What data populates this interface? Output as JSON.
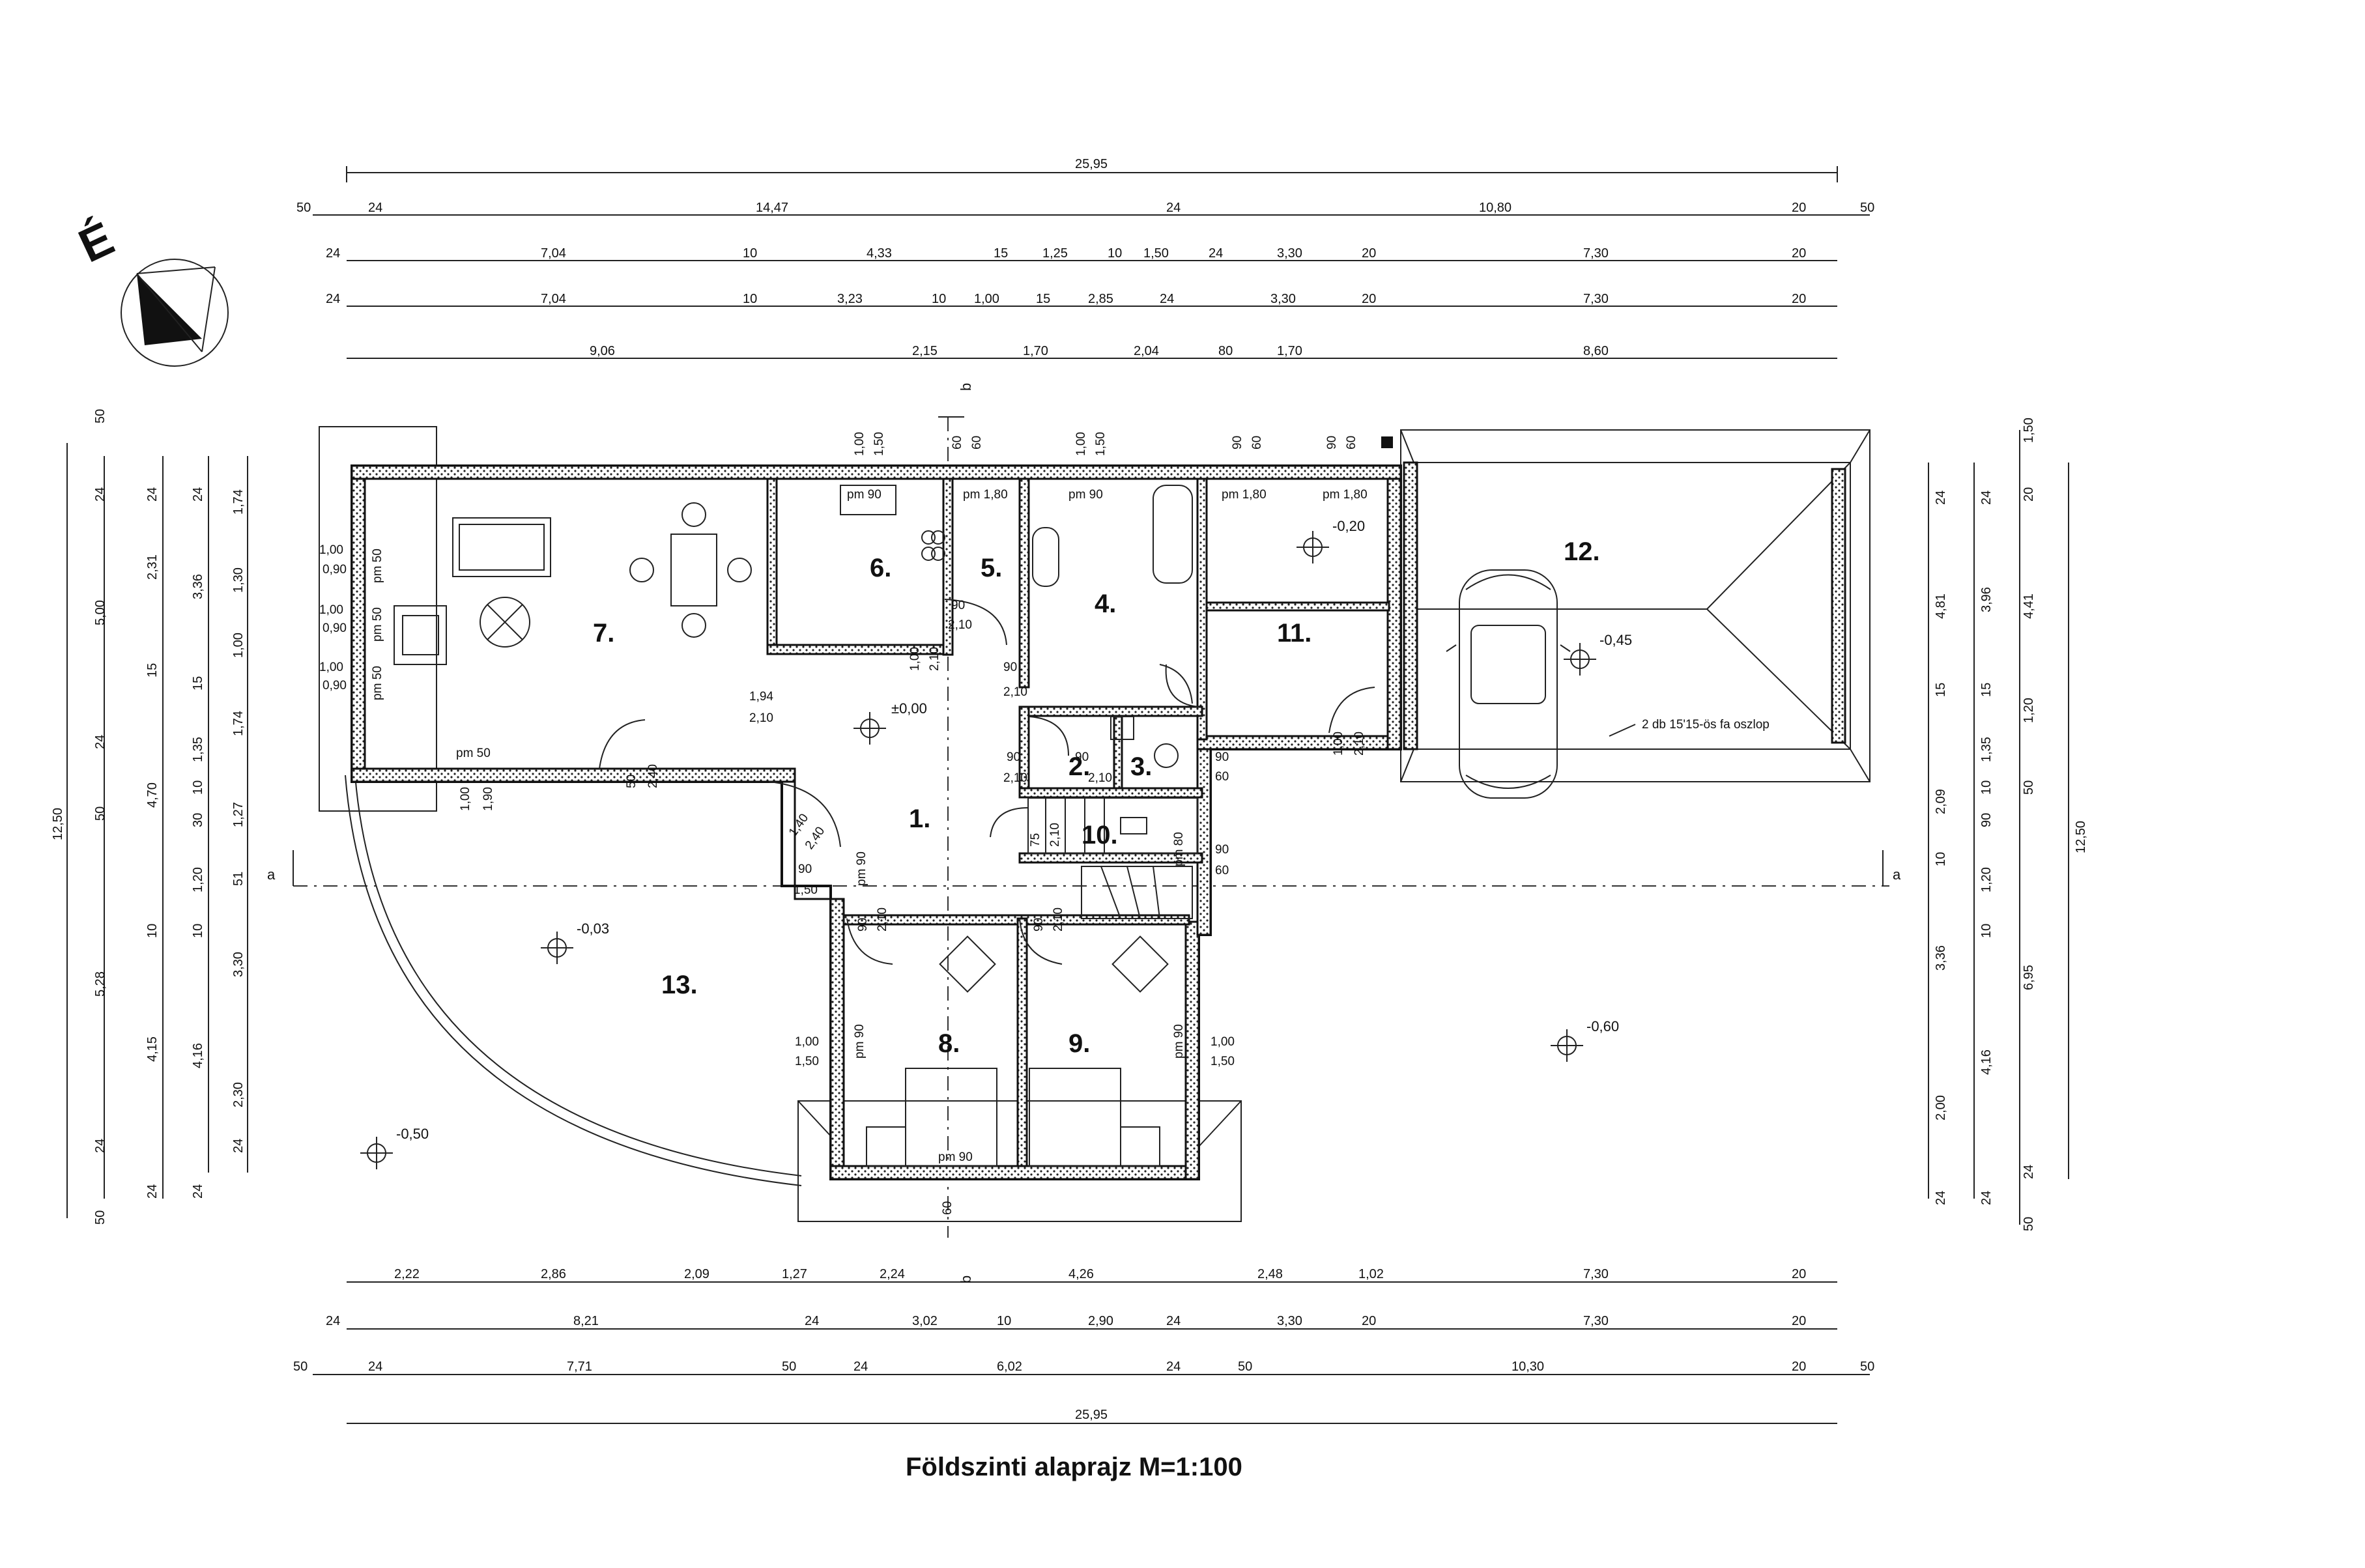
{
  "title": "Földszinti alaprajz M=1:100",
  "north_label": "É",
  "section_labels": {
    "a": "a",
    "b": "b"
  },
  "dims_top": {
    "row1": [
      "25,95"
    ],
    "row2": [
      "50",
      "24",
      "14,47",
      "24",
      "10,80",
      "20",
      "50"
    ],
    "row3": [
      "24",
      "7,04",
      "10",
      "4,33",
      "15",
      "1,25",
      "10",
      "1,50",
      "24",
      "3,30",
      "20",
      "7,30",
      "20"
    ],
    "row4": [
      "24",
      "7,04",
      "10",
      "3,23",
      "10",
      "1,00",
      "15",
      "2,85",
      "24",
      "3,30",
      "20",
      "7,30",
      "20"
    ],
    "row5": [
      "9,06",
      "2,15",
      "1,70",
      "2,04",
      "80",
      "1,70",
      "8,60"
    ]
  },
  "dims_bottom": {
    "row1": [
      "2,22",
      "2,86",
      "2,09",
      "1,27",
      "2,24",
      "4,26",
      "2,48",
      "1,02",
      "7,30",
      "20"
    ],
    "row2": [
      "24",
      "8,21",
      "24",
      "3,02",
      "10",
      "2,90",
      "24",
      "3,30",
      "20",
      "7,30",
      "20"
    ],
    "row3": [
      "50",
      "24",
      "7,71",
      "50",
      "24",
      "6,02",
      "24",
      "50",
      "10,30",
      "20",
      "50"
    ],
    "row4": [
      "25,95"
    ]
  },
  "dims_left": {
    "col1": [
      "50",
      "24",
      "5,00",
      "24",
      "50",
      "5,28",
      "24",
      "50",
      "12,50"
    ],
    "col2": [
      "24",
      "2,31",
      "15",
      "4,70",
      "10",
      "4,15",
      "24"
    ],
    "col3": [
      "24",
      "3,36",
      "15",
      "1,35",
      "10",
      "30",
      "1,20",
      "10",
      "4,16",
      "24"
    ],
    "col4": [
      "1,74",
      "1,30",
      "1,00",
      "1,74",
      "1,27",
      "51",
      "3,30",
      "2,30",
      "24"
    ]
  },
  "dims_right": {
    "col1": [
      "24",
      "4,81",
      "15",
      "2,09",
      "10",
      "3,36",
      "2,00",
      "24"
    ],
    "col2": [
      "24",
      "3,96",
      "15",
      "1,35",
      "10",
      "90",
      "1,20",
      "10",
      "4,16",
      "24"
    ],
    "col3": [
      "1,50",
      "20",
      "4,41",
      "1,20",
      "50",
      "6,95",
      "24",
      "50"
    ],
    "col4": [
      "12,50"
    ]
  },
  "rooms": [
    {
      "num": "1."
    },
    {
      "num": "2."
    },
    {
      "num": "3."
    },
    {
      "num": "4."
    },
    {
      "num": "5."
    },
    {
      "num": "6."
    },
    {
      "num": "7."
    },
    {
      "num": "8."
    },
    {
      "num": "9."
    },
    {
      "num": "10."
    },
    {
      "num": "11."
    },
    {
      "num": "12."
    },
    {
      "num": "13."
    }
  ],
  "levels": {
    "main": "±0,00",
    "room11": "-0,20",
    "garage": "-0,45",
    "terrace": "-0,03",
    "outside_left": "-0,50",
    "outside_right": "-0,60"
  },
  "openings": {
    "r7_left": [
      [
        "1,00",
        "0,90"
      ],
      [
        "1,00",
        "0,90"
      ],
      [
        "1,00",
        "0,90"
      ]
    ],
    "r7_left_pm": [
      "pm 50",
      "pm 50",
      "pm 50"
    ],
    "r7_bottom_pm": "pm 50",
    "r7_bottom_win": [
      "1,00",
      "1,90"
    ],
    "r7_door": [
      "50",
      "2,40"
    ],
    "r6_win_top": [
      "1,00",
      "1,50"
    ],
    "r6_pm": "pm 90",
    "r5_win_top": [
      "60",
      "60"
    ],
    "r5_pm": "pm 1,80",
    "r4_win_top": [
      "1,00",
      "1,50"
    ],
    "r4_pm": "pm 90",
    "r11_win_top": [
      "90",
      "60"
    ],
    "r11_pm": "pm 1,80",
    "r11_win_top2": [
      "90",
      "60"
    ],
    "r11_pm2": "pm 1,80",
    "r6_door": [
      "1,00",
      "2,10"
    ],
    "r5_door": [
      "90",
      "2,10"
    ],
    "r4_door": [
      "90",
      "2,10"
    ],
    "r7_opening": [
      "1,94",
      "2,10"
    ],
    "r2_door": [
      "90",
      "2,10"
    ],
    "r3_door": [
      "90",
      "2,10"
    ],
    "r11_door": [
      "1,00",
      "2,10"
    ],
    "r3_win": [
      "90",
      "60"
    ],
    "r10_door": [
      "75",
      "2,10"
    ],
    "r10_pm": "pm 80",
    "r10_win": [
      "90",
      "60"
    ],
    "r1_door": [
      "1,40",
      "2,40"
    ],
    "hall_win": [
      "90",
      "1,50"
    ],
    "hall_pm": "pm 90",
    "r8_door": [
      "90",
      "2,10"
    ],
    "r9_door": [
      "90",
      "2,10"
    ],
    "r8_win": [
      "1,00",
      "1,50"
    ],
    "r8_pm": "pm 90",
    "r9_win": [
      "1,00",
      "1,50"
    ],
    "r9_pm": "pm 90",
    "r8_bottom_pm": "pm 90",
    "r8_bottom_win": "60",
    "carport_note": "2 db 15'15-ös fa oszlop"
  }
}
